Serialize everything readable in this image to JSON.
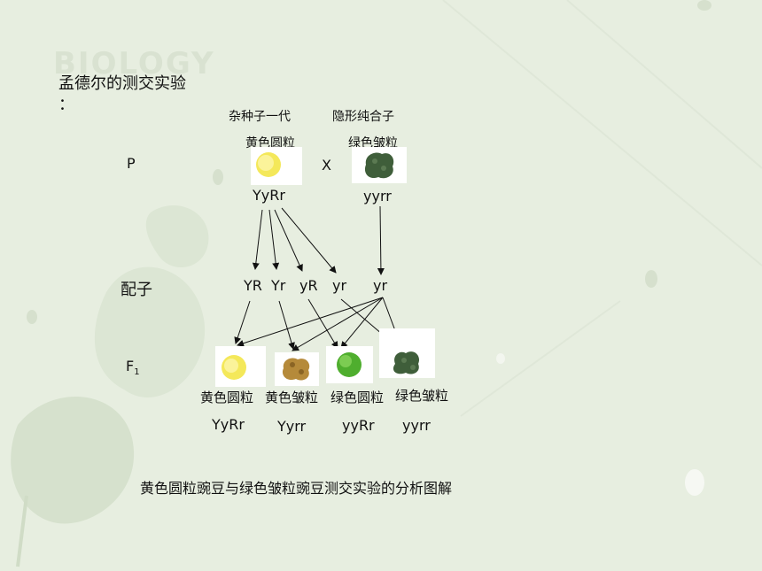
{
  "watermark": "BIOLOGY",
  "title": "孟德尔的测交实验",
  "title_colon": "：",
  "parent_labels": {
    "hybrid": "杂种子一代",
    "recessive": "隐形纯合子",
    "hybrid_pheno": "黄色圆粒",
    "recessive_pheno": "绿色皱粒",
    "hybrid_geno": "YyRr",
    "recessive_geno": "yyrr",
    "cross": "X"
  },
  "generations": {
    "p": "P",
    "gametes": "配子",
    "f1_letter": "F",
    "f1_sub": "1"
  },
  "gametes": [
    "YR",
    "Yr",
    "yR",
    "yr",
    "yr"
  ],
  "offspring": [
    {
      "phenotype": "黄色圆粒",
      "genotype": "YyRr"
    },
    {
      "phenotype": "黄色皱粒",
      "genotype": "Yyrr"
    },
    {
      "phenotype": "绿色圆粒",
      "genotype": "yyRr"
    },
    {
      "phenotype": "绿色皱粒",
      "genotype": "yyrr"
    }
  ],
  "caption": "黄色圆粒豌豆与绿色皱粒豌豆测交实验的分析图解",
  "colors": {
    "background": "#e7eee0",
    "leaf": "#d4e0cb",
    "yellow_round": "#f4e85a",
    "yellow_wrinkled": "#b58a3a",
    "green_round": "#4fae2e",
    "green_wrinkled": "#3f5e3a"
  }
}
